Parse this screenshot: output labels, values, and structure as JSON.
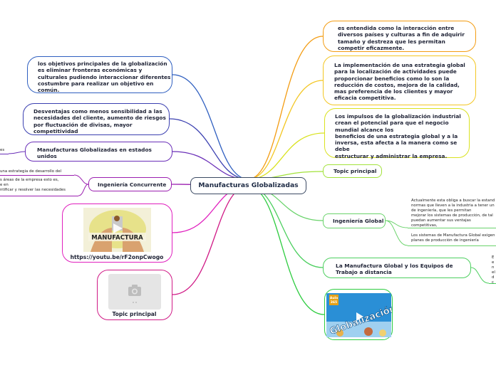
{
  "central": "Manufacturas Globalizadas",
  "right_nodes": [
    {
      "text": "es entendida como la interacción entre\ndiversos países y culturas a fin de adquirir\ntamaño y destreza que les permitan\ncompetir eficazmente.",
      "color": "#f39c12"
    },
    {
      "text": "La implementación de una estrategia global\npara la localización de actividades puede\nproporcionar beneficios como lo son la\nreducción de costos, mejora de la calidad,\nmas preferencia de los clientes y mayor\neficacia competitiva.",
      "color": "#f3c623"
    },
    {
      "text": "Los impulsos de la globalización industrial\ncrean el potencial para que el negocio\nmundial alcance los\nbeneficios de una estrategia global y a la\ninversa, esta afecta a la manera como se\ndebe\nestructurar y administrar la empresa.",
      "color": "#d9e21f"
    },
    {
      "text": "Topic principal",
      "color": "#a2e23a"
    },
    {
      "text": "Ingeniería Global",
      "color": "#6ad36b"
    },
    {
      "text": "La Manufactura Global y los Equipos de\nTrabajo a distancia",
      "color": "#4ccf5f"
    }
  ],
  "right_image_node": {
    "alt": "Aula 365 Globalización",
    "badge": "Aula\n365",
    "word": "Globalización",
    "color": "#2ecc40"
  },
  "ingenieria_global_leaves": [
    "Actualmente esta obliga a buscar la estand\nnormas que lleven a la industria a tener un\nde ingeniería, que les permitan\nmejorar los sistemas de producción, de tal\npuedan aumentar sus ventajas\ncompetitivas,",
    "Los sistemas de Manufactura Global exigen\nplanes de producción de ingeniería"
  ],
  "equipos_leaf": "E\ne\nn\nel\nd\nc",
  "left_nodes": [
    {
      "text": "los objetivos principales de la globalización\nes eliminar fronteras económicas y\nculturales pudiendo interaccionar diferentes\ncostumbre para realizar un objetivo en\ncomún.",
      "color": "#2f5fc0"
    },
    {
      "text": "Desventajas como menos sensibilidad a las\nnecesidades del cliente, aumento de riesgos\npor fluctuación de divisas, mayor\ncompetitividad",
      "color": "#3a3fb0"
    },
    {
      "text": "Manufacturas Globalizadas en estados\nunidos",
      "color": "#6a2fb8"
    },
    {
      "text": "Ingeniería Concurrente",
      "color": "#9b1fb0"
    }
  ],
  "estados_leaf": "es",
  "concurrente_leaves": [
    "una estrategia de desarrollo del",
    "s áreas de la empresa esto es,\ne en\nntificar y resolver las necesidades"
  ],
  "left_image_node": {
    "caption": "https://youtu.be/rF2onpCwogo",
    "label": "MANUFACTURA",
    "color": "#e01fbe"
  },
  "left_topic_node": {
    "caption": "Topic principal",
    "color": "#d01a86"
  }
}
